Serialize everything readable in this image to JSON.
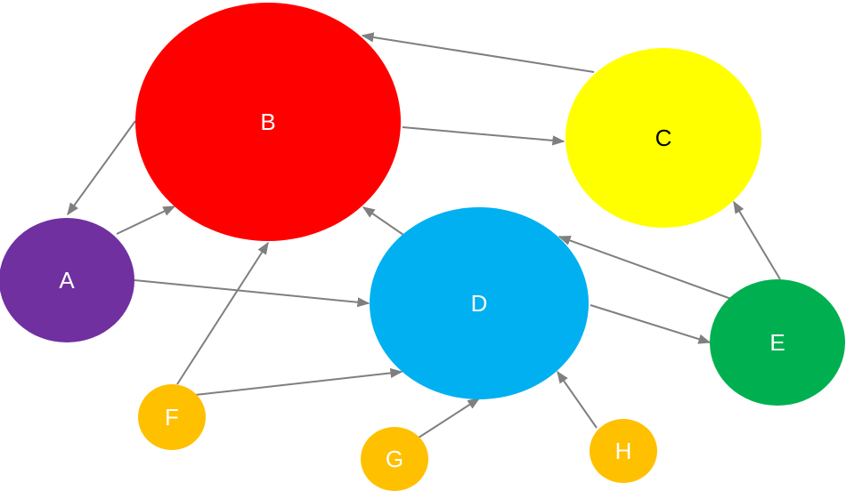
{
  "nodes": [
    {
      "id": "B",
      "label": "B",
      "color": "#ff0000",
      "label_color": "#ffffff"
    },
    {
      "id": "C",
      "label": "C",
      "color": "#ffff00",
      "label_color": "#000000"
    },
    {
      "id": "A",
      "label": "A",
      "color": "#7030a0",
      "label_color": "#ffffff"
    },
    {
      "id": "D",
      "label": "D",
      "color": "#00b0f0",
      "label_color": "#ffffff"
    },
    {
      "id": "E",
      "label": "E",
      "color": "#00b050",
      "label_color": "#ffffff"
    },
    {
      "id": "F",
      "label": "F",
      "color": "#ffc000",
      "label_color": "#ffffff"
    },
    {
      "id": "G",
      "label": "G",
      "color": "#ffc000",
      "label_color": "#ffffff"
    },
    {
      "id": "H",
      "label": "H",
      "color": "#ffc000",
      "label_color": "#ffffff"
    }
  ],
  "edges": [
    {
      "from": "C",
      "to": "B"
    },
    {
      "from": "B",
      "to": "C"
    },
    {
      "from": "B",
      "to": "A"
    },
    {
      "from": "A",
      "to": "B"
    },
    {
      "from": "A",
      "to": "D"
    },
    {
      "from": "D",
      "to": "B"
    },
    {
      "from": "F",
      "to": "B"
    },
    {
      "from": "F",
      "to": "D"
    },
    {
      "from": "G",
      "to": "D"
    },
    {
      "from": "H",
      "to": "D"
    },
    {
      "from": "D",
      "to": "E"
    },
    {
      "from": "E",
      "to": "D"
    },
    {
      "from": "E",
      "to": "C"
    }
  ],
  "edge_color": "#7f7f7f"
}
